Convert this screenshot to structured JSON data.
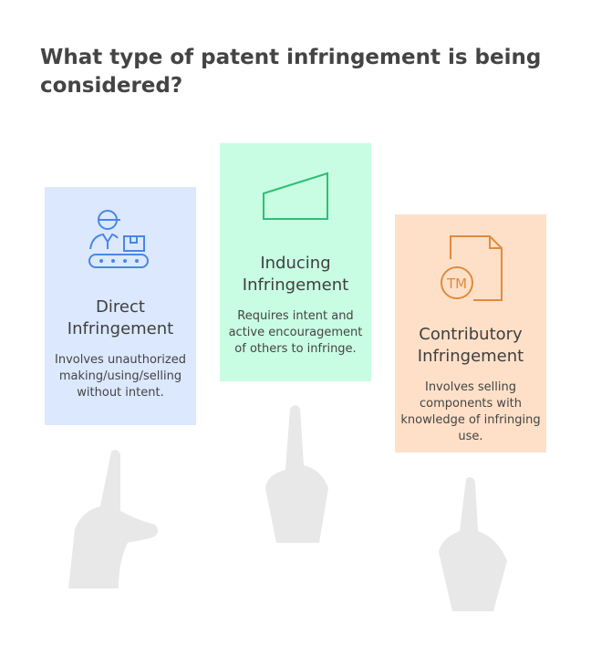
{
  "title": "What type of patent infringement is being considered?",
  "cards": [
    {
      "heading": "Direct Infringement",
      "description": "Involves unauthorized making/using/selling without intent.",
      "icon": "worker-conveyor-icon",
      "color": "#4a86e8",
      "bg": "#dbe8fe"
    },
    {
      "heading": "Inducing Infringement",
      "description": "Requires intent and active encouragement of others to infringe.",
      "icon": "trapezoid-icon",
      "color": "#2fbf71",
      "bg": "#c8fde3"
    },
    {
      "heading": "Contributory Infringement",
      "description": "Involves selling components with knowledge of infringing use.",
      "icon": "trademark-document-icon",
      "color": "#e08a3c",
      "bg": "#fee0c8"
    }
  ]
}
